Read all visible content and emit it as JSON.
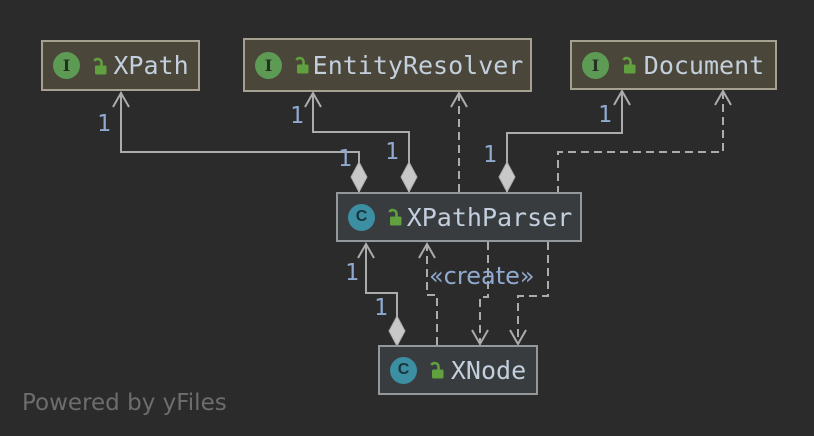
{
  "watermark": "Powered by yFiles",
  "badges": {
    "interface": "I",
    "class": "C"
  },
  "colors": {
    "background": "#2b2b2b",
    "interface-fill": "#4a4639",
    "interface-border": "#a5a08f",
    "class-fill": "#393c3e",
    "class-border": "#95989a",
    "node-title": "#c3cfdd",
    "edge-line": "#acacac",
    "diamond-fill": "#c8c8c8",
    "edge-label": "#8fa9cf",
    "interface-icon": "#5d9b54",
    "class-icon": "#3c8ea2",
    "lock-icon": "#60a03f",
    "watermark-color": "#6d6d6d"
  },
  "nodes": [
    {
      "name": "XPath",
      "kind": "interface"
    },
    {
      "name": "EntityResolver",
      "kind": "interface"
    },
    {
      "name": "Document",
      "kind": "interface"
    },
    {
      "name": "XPathParser",
      "kind": "class"
    },
    {
      "name": "XNode",
      "kind": "class"
    }
  ],
  "edges": [
    {
      "from": "XPathParser",
      "to": "XPath",
      "type": "aggregation",
      "source_label": "1",
      "target_label": "1"
    },
    {
      "from": "XPathParser",
      "to": "EntityResolver",
      "type": "aggregation",
      "source_label": "1",
      "target_label": "1"
    },
    {
      "from": "XPathParser",
      "to": "EntityResolver",
      "type": "dependency"
    },
    {
      "from": "XPathParser",
      "to": "Document",
      "type": "aggregation",
      "source_label": "1",
      "target_label": "1"
    },
    {
      "from": "XPathParser",
      "to": "Document",
      "type": "dependency"
    },
    {
      "from": "XNode",
      "to": "XPathParser",
      "type": "aggregation",
      "source_label": "1",
      "target_label": "1"
    },
    {
      "from": "XNode",
      "to": "XPathParser",
      "type": "dependency"
    },
    {
      "from": "XPathParser",
      "to": "XNode",
      "type": "dependency",
      "label": "«create»"
    },
    {
      "from": "XPathParser",
      "to": "XNode",
      "type": "dependency"
    }
  ]
}
